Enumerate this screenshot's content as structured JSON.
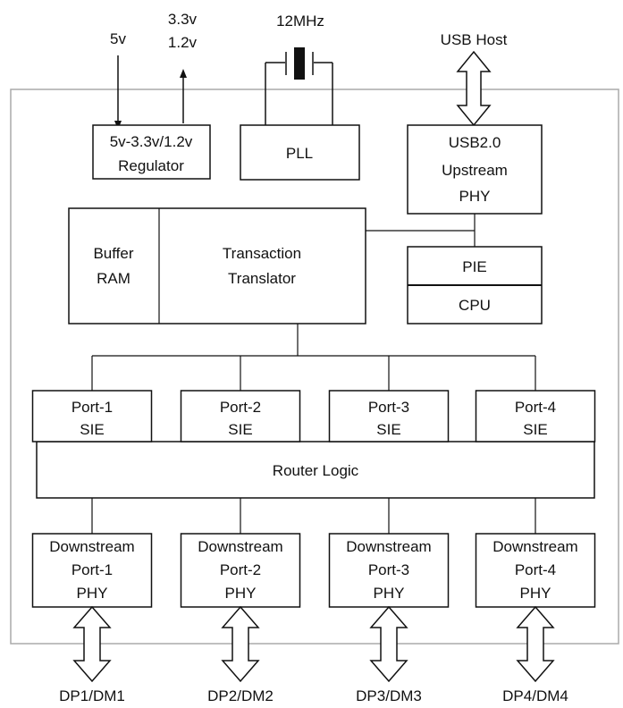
{
  "inputs": {
    "power_in": "5v",
    "power_out_1": "3.3v",
    "power_out_2": "1.2v",
    "crystal": "12MHz",
    "usb_host": "USB Host"
  },
  "blocks": {
    "regulator": [
      "5v-3.3v/1.2v",
      "Regulator"
    ],
    "pll": "PLL",
    "usb_phy": [
      "USB2.0",
      "Upstream",
      "PHY"
    ],
    "buffer_ram": [
      "Buffer",
      "RAM"
    ],
    "transaction_translator": [
      "Transaction",
      "Translator"
    ],
    "pie": "PIE",
    "cpu": "CPU",
    "router_logic": "Router Logic"
  },
  "ports": [
    {
      "sie": [
        "Port-1",
        "SIE"
      ],
      "phy": [
        "Downstream",
        "Port-1",
        "PHY"
      ],
      "signal": "DP1/DM1"
    },
    {
      "sie": [
        "Port-2",
        "SIE"
      ],
      "phy": [
        "Downstream",
        "Port-2",
        "PHY"
      ],
      "signal": "DP2/DM2"
    },
    {
      "sie": [
        "Port-3",
        "SIE"
      ],
      "phy": [
        "Downstream",
        "Port-3",
        "PHY"
      ],
      "signal": "DP3/DM3"
    },
    {
      "sie": [
        "Port-4",
        "SIE"
      ],
      "phy": [
        "Downstream",
        "Port-4",
        "PHY"
      ],
      "signal": "DP4/DM4"
    }
  ],
  "colors": {
    "line": "#111111",
    "outer_frame": "#aaaaaa",
    "background": "#ffffff"
  }
}
